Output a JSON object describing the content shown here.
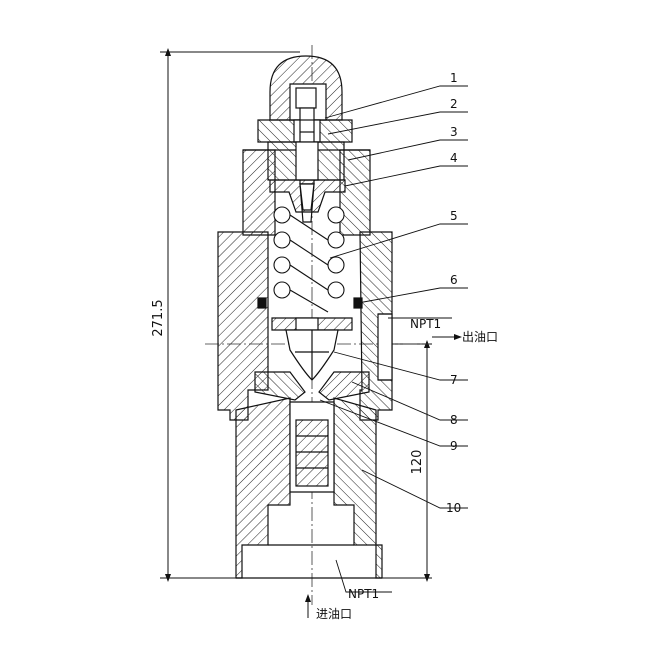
{
  "diagram": {
    "part_numbers": [
      "1",
      "2",
      "3",
      "4",
      "5",
      "6",
      "7",
      "8",
      "9",
      "10"
    ],
    "dimensions": {
      "overall_height": "271.5",
      "lower_height": "120"
    },
    "ports": {
      "outlet_thread": "NPT1",
      "outlet_label": "出油口",
      "inlet_thread": "NPT1",
      "inlet_label": "进油口"
    }
  }
}
